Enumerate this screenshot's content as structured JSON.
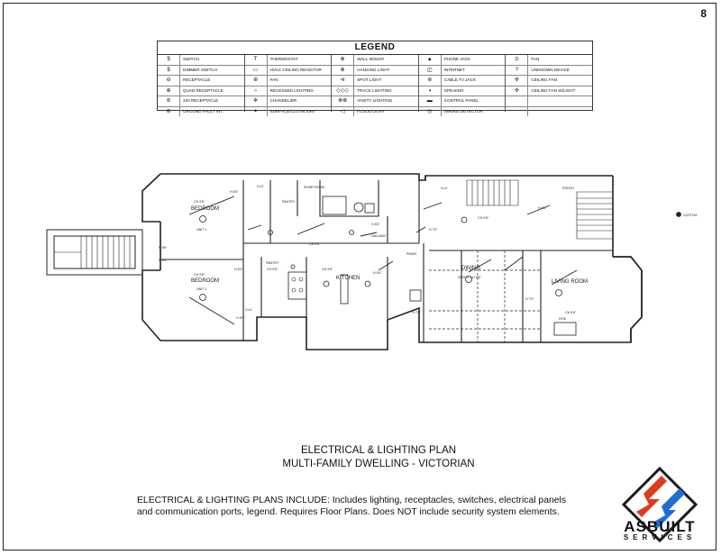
{
  "page_number": "8",
  "legend": {
    "title": "LEGEND",
    "columns": [
      [
        {
          "icon": "switch-symbol",
          "glyph": "$",
          "label": "SWITCH"
        },
        {
          "icon": "dimmer-switch-symbol",
          "glyph": "$",
          "label": "DIMMER SWITCH"
        },
        {
          "icon": "receptacle-symbol",
          "glyph": "⊖",
          "label": "RECEPTACLE"
        },
        {
          "icon": "quad-receptacle-symbol",
          "glyph": "⊕",
          "label": "QUAD RECEPTACLE"
        },
        {
          "icon": "220-receptacle-symbol",
          "glyph": "⊜",
          "label": "220 RECEPTACLE"
        },
        {
          "icon": "ground-fault-symbol",
          "glyph": "⊖",
          "label": "GROUND FAULT INT."
        }
      ],
      [
        {
          "icon": "thermostat-symbol",
          "glyph": "T",
          "label": "THERMOSTAT"
        },
        {
          "icon": "hvac-register-symbol",
          "glyph": "▭",
          "label": "HVAC CEILING REGISTOR"
        },
        {
          "icon": "fan-symbol",
          "glyph": "⊛",
          "label": "FAN"
        },
        {
          "icon": "recessed-lighting-symbol",
          "glyph": "○",
          "label": "RECESSED LIGHTING"
        },
        {
          "icon": "chandelier-symbol",
          "glyph": "✲",
          "label": "CHANDELIER"
        },
        {
          "icon": "surface-mount-symbol",
          "glyph": "✦",
          "label": "SURFACE/CLG MOUNT"
        }
      ],
      [
        {
          "icon": "wall-mount-symbol",
          "glyph": "⊗",
          "label": "WALL MOUNT"
        },
        {
          "icon": "hanging-light-symbol",
          "glyph": "⊗",
          "label": "HANGING LIGHT"
        },
        {
          "icon": "spot-light-symbol",
          "glyph": "⊲",
          "label": "SPOT LIGHT"
        },
        {
          "icon": "track-lighting-symbol",
          "glyph": "◇◇◇",
          "label": "TRACK LIGHTING"
        },
        {
          "icon": "vanity-lighting-symbol",
          "glyph": "⊗⊗",
          "label": "VANITY LIGHTING"
        },
        {
          "icon": "flood-light-symbol",
          "glyph": "◁",
          "label": "FLOOD LIGHT"
        }
      ],
      [
        {
          "icon": "phone-jack-symbol",
          "glyph": "▲",
          "label": "PHONE JACK"
        },
        {
          "icon": "internet-symbol",
          "glyph": "◫",
          "label": "INTERNET"
        },
        {
          "icon": "cable-tv-symbol",
          "glyph": "⊚",
          "label": "CABLE TV JACK"
        },
        {
          "icon": "speaker-symbol",
          "glyph": "◑",
          "label": "SPEAKER"
        },
        {
          "icon": "control-panel-symbol",
          "glyph": "▬",
          "label": "CONTROL PANEL"
        },
        {
          "icon": "smoke-detector-symbol",
          "glyph": "◎",
          "label": "SMOKE DETECTOR"
        }
      ],
      [
        {
          "icon": "fan-symbol-2",
          "glyph": "⊙",
          "label": "FAN"
        },
        {
          "icon": "unknown-device-symbol",
          "glyph": "?",
          "label": "UNKNOWN DEVICE"
        },
        {
          "icon": "ceiling-fan-symbol",
          "glyph": "✣",
          "label": "CEILING FAN"
        },
        {
          "icon": "ceiling-fan-light-symbol",
          "glyph": "✣",
          "label": "CEILING FAN W/LIGHT"
        },
        {
          "icon": "",
          "glyph": "",
          "label": ""
        },
        {
          "icon": "",
          "glyph": "",
          "label": ""
        }
      ]
    ]
  },
  "plan": {
    "rooms": {
      "bedroom_top": "BEDROOM",
      "unit_top": "UNIT 1",
      "bedroom_bottom": "BEDROOM",
      "unit_bottom": "UNIT 1",
      "kitchen": "KITCHEN",
      "dining": "DINING",
      "living_room": "LIVING ROOM",
      "hallway": "HALLWAY",
      "shower": "SHWR ROOM",
      "closet1": "CLO",
      "closet2": "CLO",
      "closet3": "CLO",
      "pantry": "PANTRY",
      "porch": "PORCH",
      "fireplace": "FIRE",
      "powder": "PWDR",
      "pantry2": "PANTRY"
    },
    "ceiling_notes": {
      "bedroom_top": "CH 9'6\"",
      "bedroom_bottom": "CH 9'6\"",
      "kitchen": "CH 9'6\"",
      "dining": "SOFFIT CH 8'6\"",
      "living": "CH 9'6\"",
      "front": "CH 9'6\"",
      "hall": "CH 9'6\"",
      "hall_kitchen": "CH 9'6\"",
      "wall_h1": "H 8'4\"",
      "wall_h2": "H 8'4\"",
      "wall_h3": "H 6'6\"",
      "wall_h4": "H 6'6\"",
      "wall_h5": "H 8'4\"",
      "wall_h6": "H 7'0\"",
      "wall_h7": "H 7'0\"",
      "wall_h8": "H 8'4\"",
      "wall_h9": "H 7'0\"",
      "wall_h10": "H 8'4\"",
      "wall_h11": "H 8'4\""
    },
    "north_label": "CUSTOM"
  },
  "caption": {
    "title": "ELECTRICAL & LIGHTING PLAN",
    "subtitle": "MULTI-FAMILY DWELLING - VICTORIAN"
  },
  "description": "ELECTRICAL & LIGHTING PLANS INCLUDE: Includes lighting, receptacles, switches, electrical panels and communication ports, legend. Requires Floor Plans. Does NOT include security system elements.",
  "logo": {
    "word": "ASBUILT",
    "sub": "SERVICES",
    "colors": {
      "red": "#e03a1e",
      "blue": "#1f6fd1",
      "dark": "#1a1a1a"
    }
  }
}
